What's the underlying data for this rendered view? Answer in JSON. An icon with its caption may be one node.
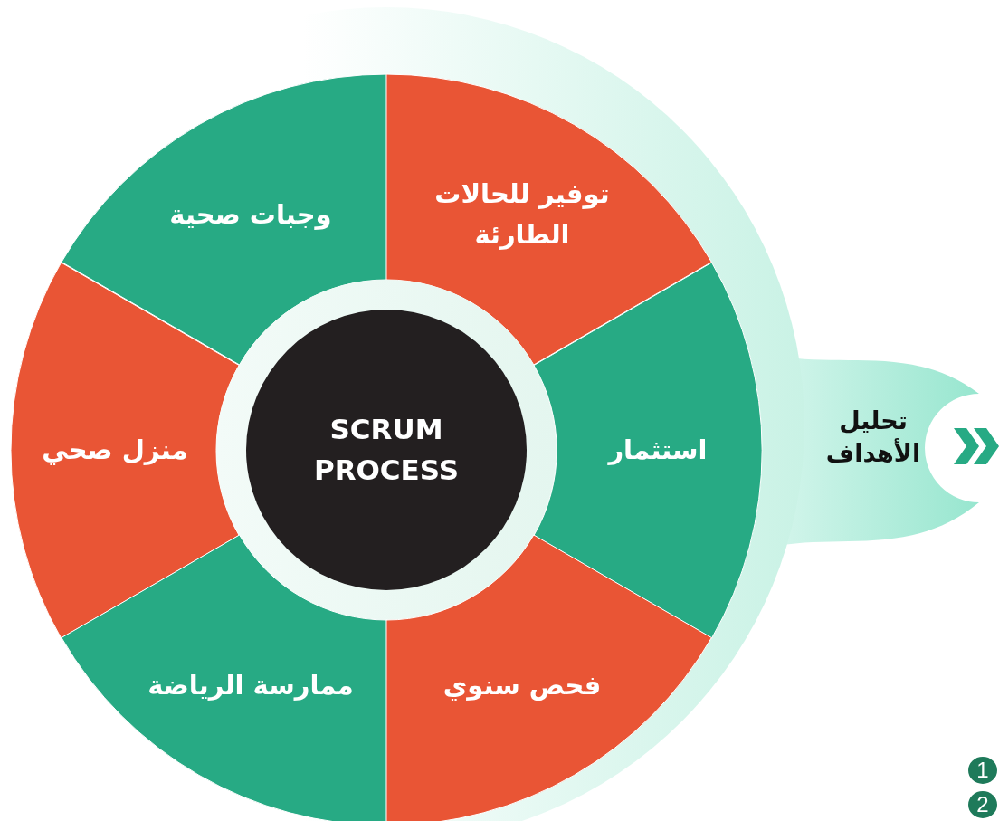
{
  "diagram": {
    "nodes": [
      {
        "text": [
          "وجبات صحية"
        ]
      },
      {
        "text": [
          "توفير للحالات الطارئة"
        ]
      },
      {
        "text": [
          "منزل صحي"
        ]
      },
      {
        "text": [
          "SCRUM PROCESS"
        ]
      },
      {
        "text": [
          "استثمار"
        ]
      },
      {
        "text": [
          "تحليل الأهداف"
        ]
      },
      {
        "text": [
          "ممارسة الرياضة"
        ]
      },
      {
        "text": [
          "فحص سنوي"
        ]
      }
    ],
    "labels": [
      "1",
      "2"
    ]
  }
}
